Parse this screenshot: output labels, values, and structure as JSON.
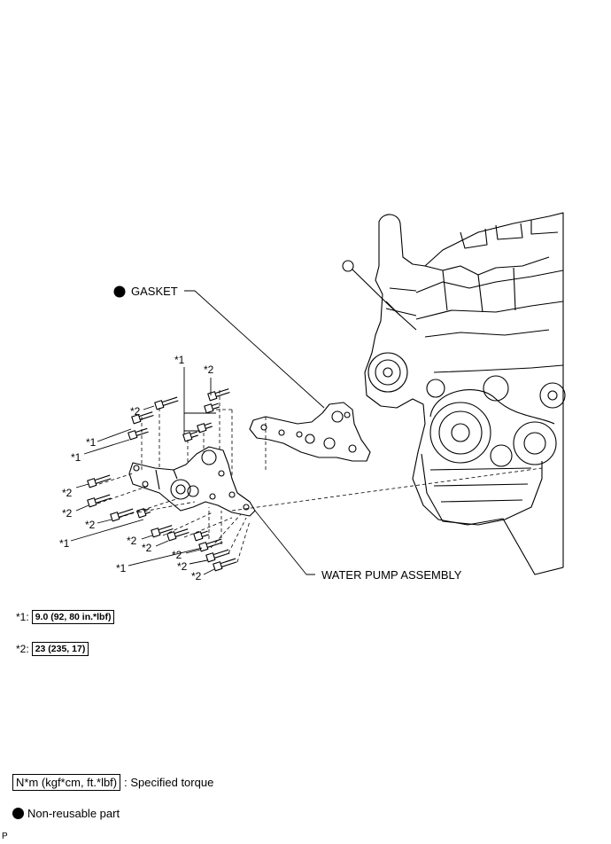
{
  "callouts": {
    "gasket": "GASKET",
    "water_pump": "WATER PUMP ASSEMBLY"
  },
  "bolt_labels": {
    "star1": "*1",
    "star2": "*2"
  },
  "torque_specs": [
    {
      "key": "*1:",
      "value": "9.0 (92, 80 in.*lbf)"
    },
    {
      "key": "*2:",
      "value": "23 (235, 17)"
    }
  ],
  "legend": {
    "torque_unit": "N*m (kgf*cm, ft.*lbf)",
    "torque_text": ": Specified torque",
    "nonreusable_text": "Non-reusable part"
  },
  "corner_mark": "P",
  "colors": {
    "line": "#000000",
    "background": "#ffffff"
  },
  "icons": {
    "non_reusable": "filled-circle-icon"
  }
}
